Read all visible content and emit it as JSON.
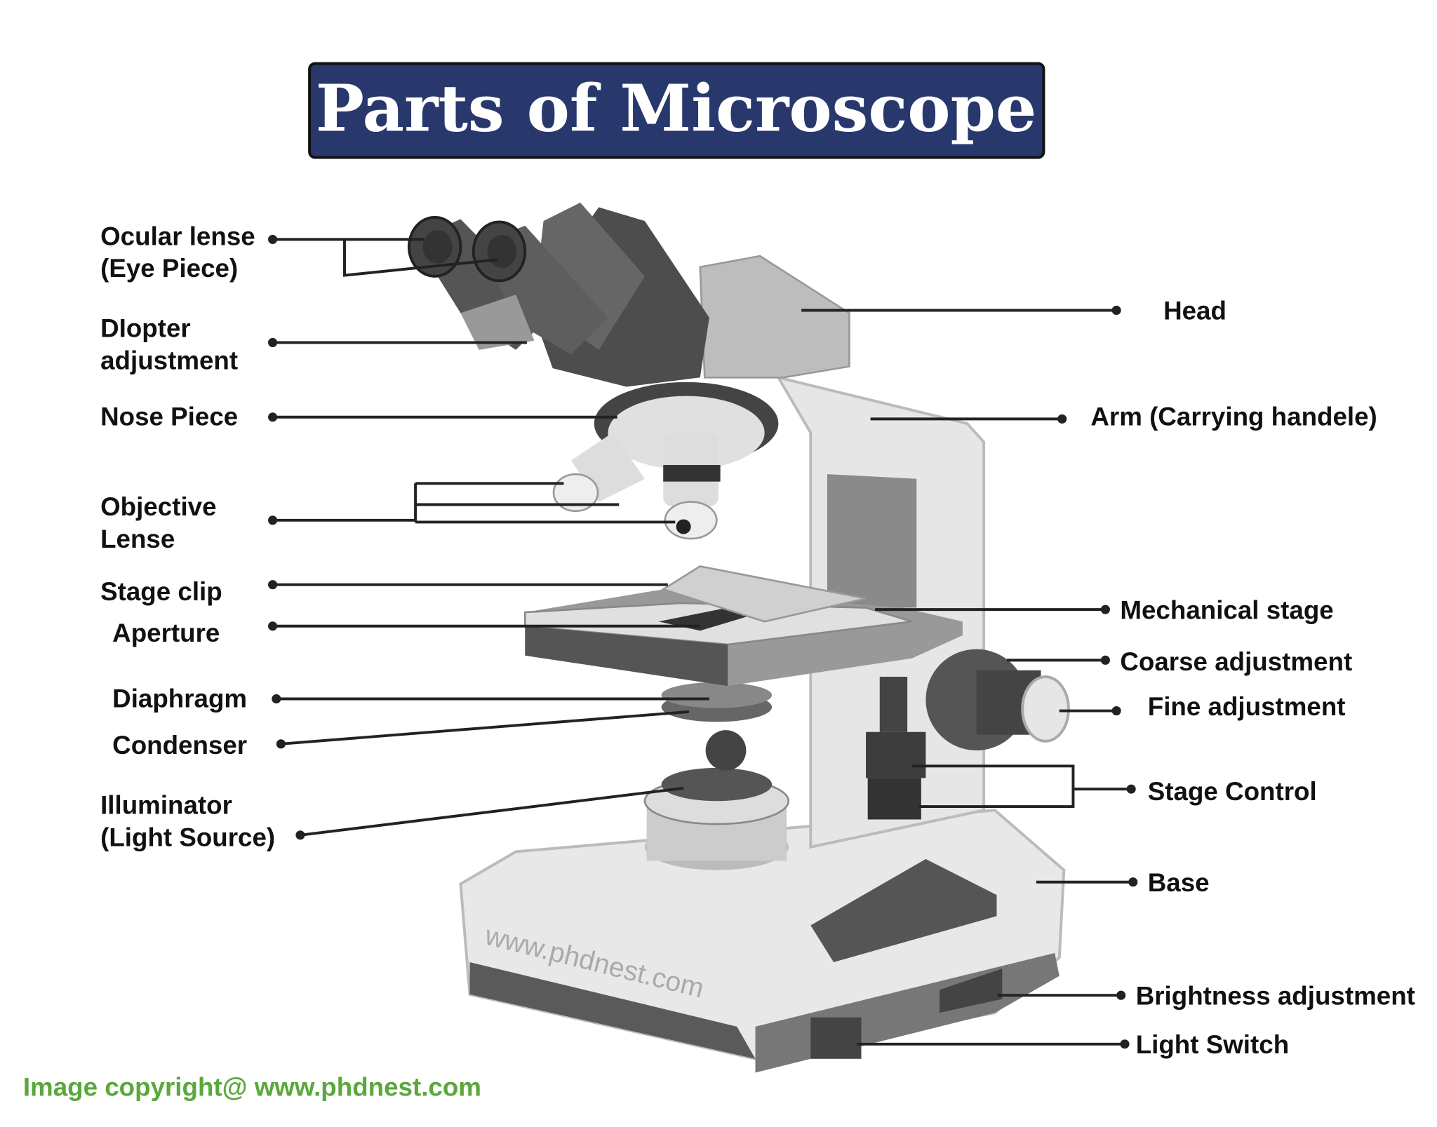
{
  "title": "Parts of Microscope",
  "watermark": "www.phdnest.com",
  "copyright": "Image copyright@ www.phdnest.com",
  "colors": {
    "title_bg": "#28386d",
    "title_text": "#ffffff",
    "copyright": "#5aa83c",
    "label": "#111111"
  },
  "left_labels": {
    "ocular_1": "Ocular lense",
    "ocular_2": "(Eye Piece)",
    "diopter_1": "DIopter",
    "diopter_2": "adjustment",
    "nose_piece": "Nose Piece",
    "objective_1": "Objective",
    "objective_2": "Lense",
    "stage_clip": "Stage clip",
    "aperture": "Aperture",
    "diaphragm": "Diaphragm",
    "condenser": "Condenser",
    "illuminator_1": "Illuminator",
    "illuminator_2": "(Light Source)"
  },
  "right_labels": {
    "head": "Head",
    "arm": "Arm (Carrying handele)",
    "mechanical_stage": "Mechanical stage",
    "coarse": "Coarse adjustment",
    "fine": "Fine adjustment",
    "stage_control": "Stage Control",
    "base": "Base",
    "brightness": "Brightness adjustment",
    "light_switch": "Light Switch"
  }
}
